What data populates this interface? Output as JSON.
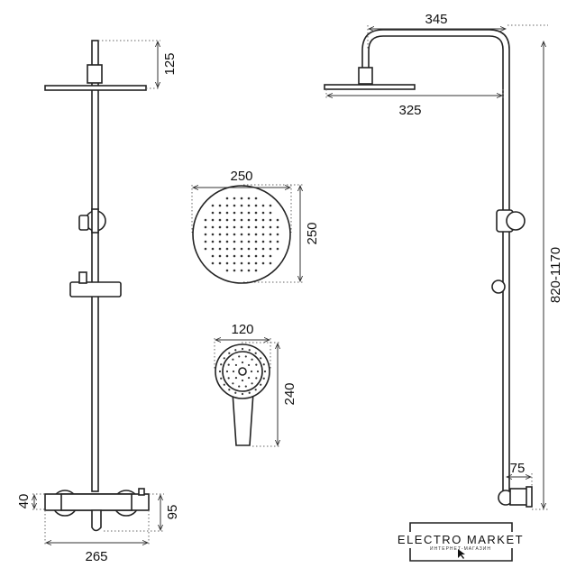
{
  "dimensions": {
    "head_height": "125",
    "mixer_height": "40",
    "mixer_depth": "95",
    "mixer_width": "265",
    "arm_length": "345",
    "head_offset": "325",
    "total_height": "820-1170",
    "wall_offset": "75",
    "head_diameter": "250",
    "head_diameter_v": "250",
    "hand_width": "120",
    "hand_length": "240"
  },
  "logo": {
    "title": "ELECTRO MARKET",
    "subtitle": "ИНТЕРНЕТ-МАГАЗИН"
  }
}
